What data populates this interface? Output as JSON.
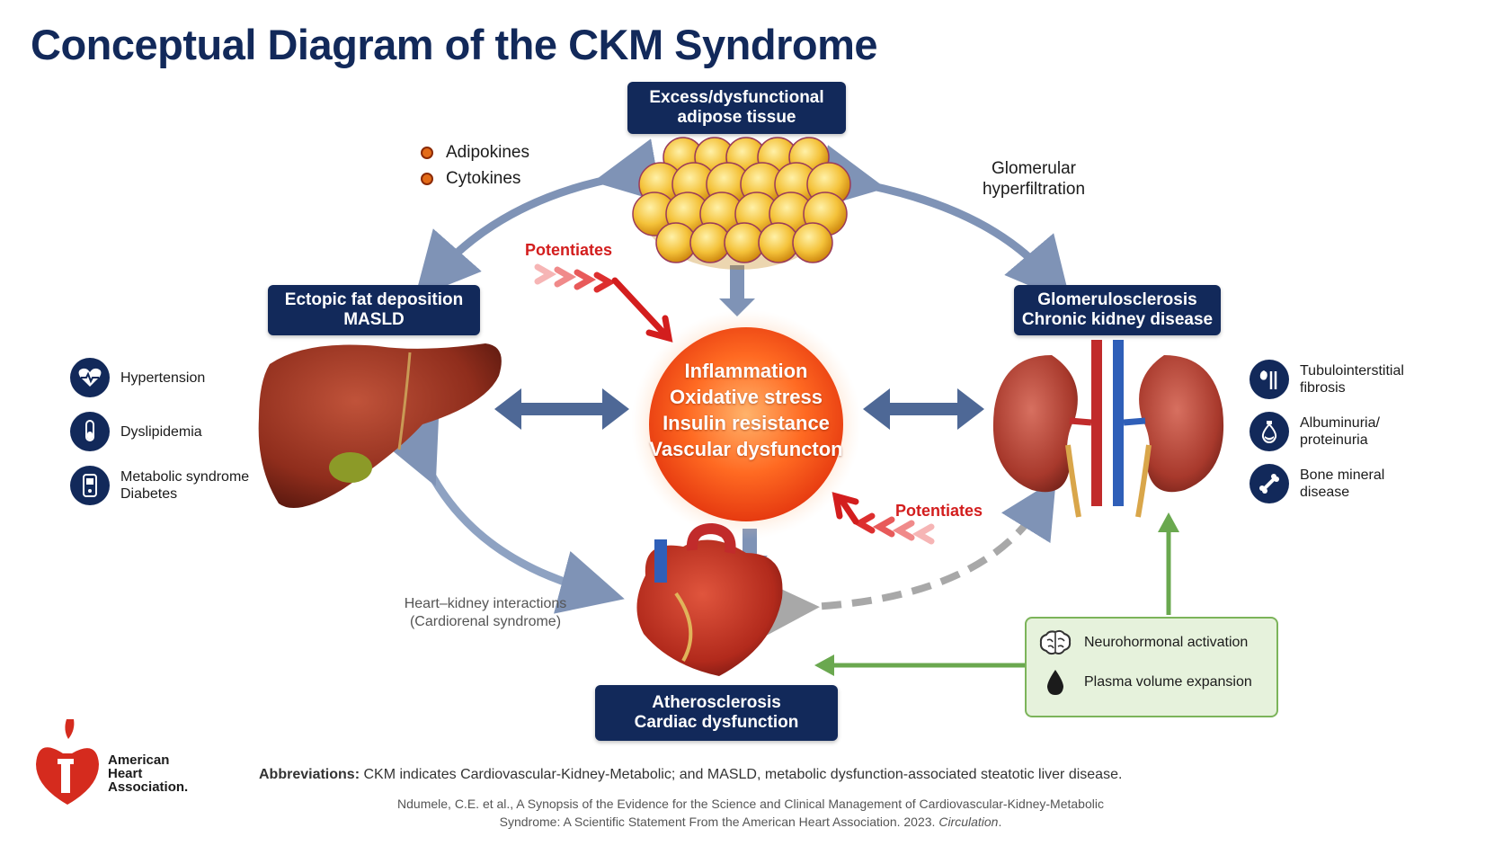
{
  "title": "Conceptual Diagram of the CKM Syndrome",
  "nodes": {
    "adipose": {
      "line1": "Excess/dysfunctional",
      "line2": "adipose tissue"
    },
    "liver": {
      "line1": "Ectopic fat deposition",
      "line2": "MASLD"
    },
    "kidney": {
      "line1": "Glomerulosclerosis",
      "line2": "Chronic kidney disease"
    },
    "heart": {
      "line1": "Atherosclerosis",
      "line2": "Cardiac dysfunction"
    }
  },
  "center": [
    "Inflammation",
    "Oxidative stress",
    "Insulin resistance",
    "Vascular dysfuncton"
  ],
  "adipose_to_liver_factors": [
    "Adipokines",
    "Cytokines"
  ],
  "glomerular": {
    "line1": "Glomerular",
    "line2": "hyperfiltration"
  },
  "potentiates_label": "Potentiates",
  "left_conditions": [
    {
      "icon": "heart-pulse-icon",
      "line1": "Hypertension",
      "line2": ""
    },
    {
      "icon": "test-tube-icon",
      "line1": "Dyslipidemia",
      "line2": ""
    },
    {
      "icon": "glucometer-icon",
      "line1": "Metabolic syndrome",
      "line2": "Diabetes"
    }
  ],
  "right_conditions": [
    {
      "icon": "kidney-tubule-icon",
      "line1": "Tubulointerstitial",
      "line2": "fibrosis"
    },
    {
      "icon": "protein-drop-icon",
      "line1": "Albuminuria/",
      "line2": "proteinuria"
    },
    {
      "icon": "bone-icon",
      "line1": "Bone mineral",
      "line2": "disease"
    }
  ],
  "heart_kidney_note": {
    "line1": "Heart–kidney interactions",
    "line2": "(Cardiorenal syndrome)"
  },
  "green_box": {
    "row1": "Neurohormonal activation",
    "row2": "Plasma volume expansion"
  },
  "abbreviations": {
    "label": "Abbreviations:",
    "text": "CKM indicates Cardiovascular-Kidney-Metabolic; and MASLD, metabolic dysfunction-associated steatotic liver disease."
  },
  "citation": {
    "line1": "Ndumele, C.E. et al., A Synopsis of the Evidence for the Science and Clinical Management of Cardiovascular-Kidney-Metabolic",
    "line2_prefix": "Syndrome: A Scientific Statement From the American Heart Association. 2023. ",
    "line2_journal": "Circulation",
    "line2_suffix": "."
  },
  "logo": {
    "line1": "American",
    "line2": "Heart",
    "line3": "Association."
  },
  "colors": {
    "navy": "#12295a",
    "red": "#d31e1e",
    "green": "#6aa84f",
    "arrow_blue": "#7f93b6"
  }
}
